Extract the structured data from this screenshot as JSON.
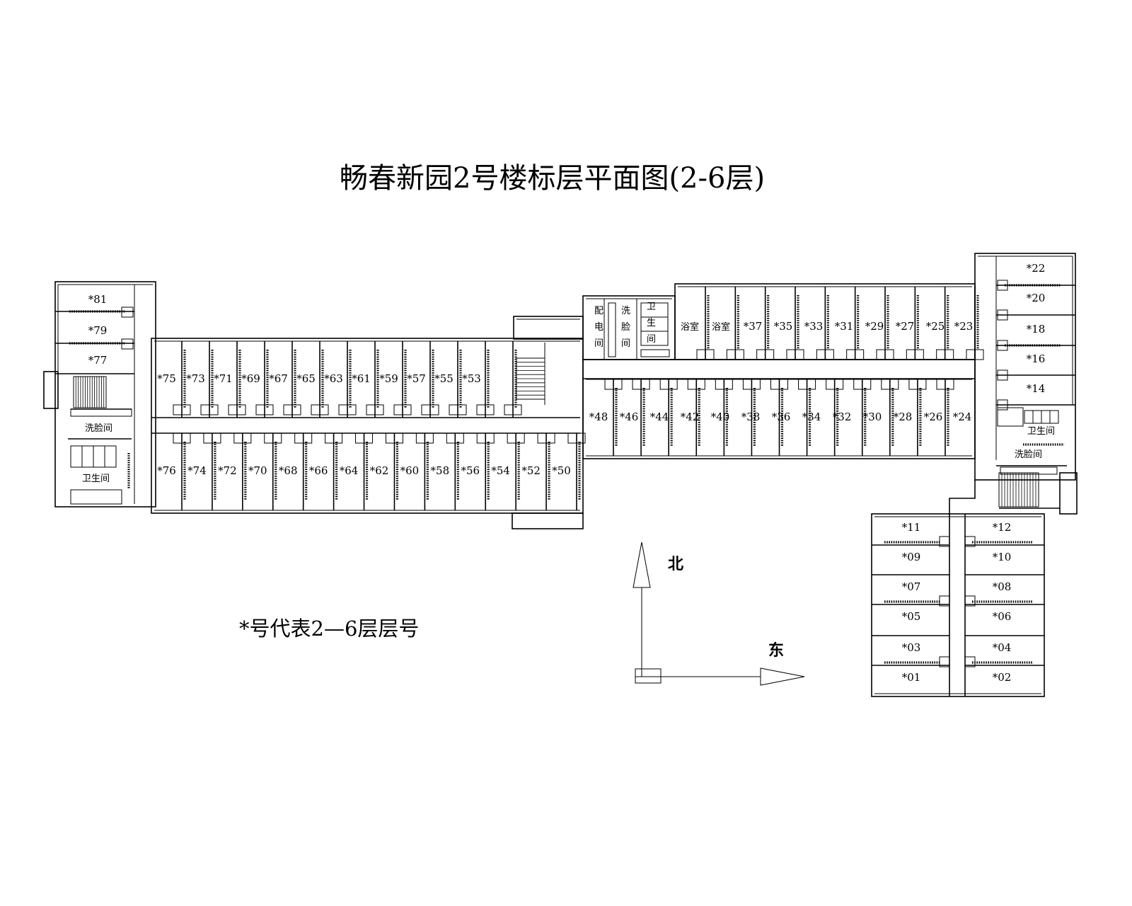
{
  "title": "畅春新园2号楼标层平面图(2-6层)",
  "note": "*号代表2—6层层号",
  "compass": {
    "north": "北",
    "east": "东"
  },
  "facilities": {
    "west_washroom": "洗脸间",
    "west_toilet": "卫生间",
    "power_room": [
      "配",
      "电",
      "间"
    ],
    "mid_washroom": [
      "洗",
      "脸",
      "间"
    ],
    "mid_toilet": [
      "卫",
      "生",
      "间"
    ],
    "bath_1": "浴室",
    "bath_2": "浴室",
    "east_toilet": "卫生间",
    "east_washroom": "洗脸间"
  },
  "rooms": {
    "west_tower": [
      "*81",
      "*79",
      "*77"
    ],
    "west_north": [
      "*75",
      "*73",
      "*71",
      "*69",
      "*67",
      "*65",
      "*63",
      "*61",
      "*59",
      "*57",
      "*55",
      "*53"
    ],
    "west_south": [
      "*76",
      "*74",
      "*72",
      "*70",
      "*68",
      "*66",
      "*64",
      "*62",
      "*60",
      "*58",
      "*56",
      "*54",
      "*52",
      "*50"
    ],
    "mid_north": [
      "*37",
      "*35",
      "*33",
      "*31",
      "*29",
      "*27",
      "*25",
      "*23"
    ],
    "mid_south": [
      "*48",
      "*46",
      "*44",
      "*42",
      "*40",
      "*38",
      "*36",
      "*34",
      "*32",
      "*30",
      "*28",
      "*26",
      "*24"
    ],
    "east_tower": [
      "*22",
      "*20",
      "*18",
      "*16",
      "*14"
    ],
    "se_left": [
      "*11",
      "*09",
      "*07",
      "*05",
      "*03",
      "*01"
    ],
    "se_right": [
      "*12",
      "*10",
      "*08",
      "*06",
      "*04",
      "*02"
    ]
  }
}
